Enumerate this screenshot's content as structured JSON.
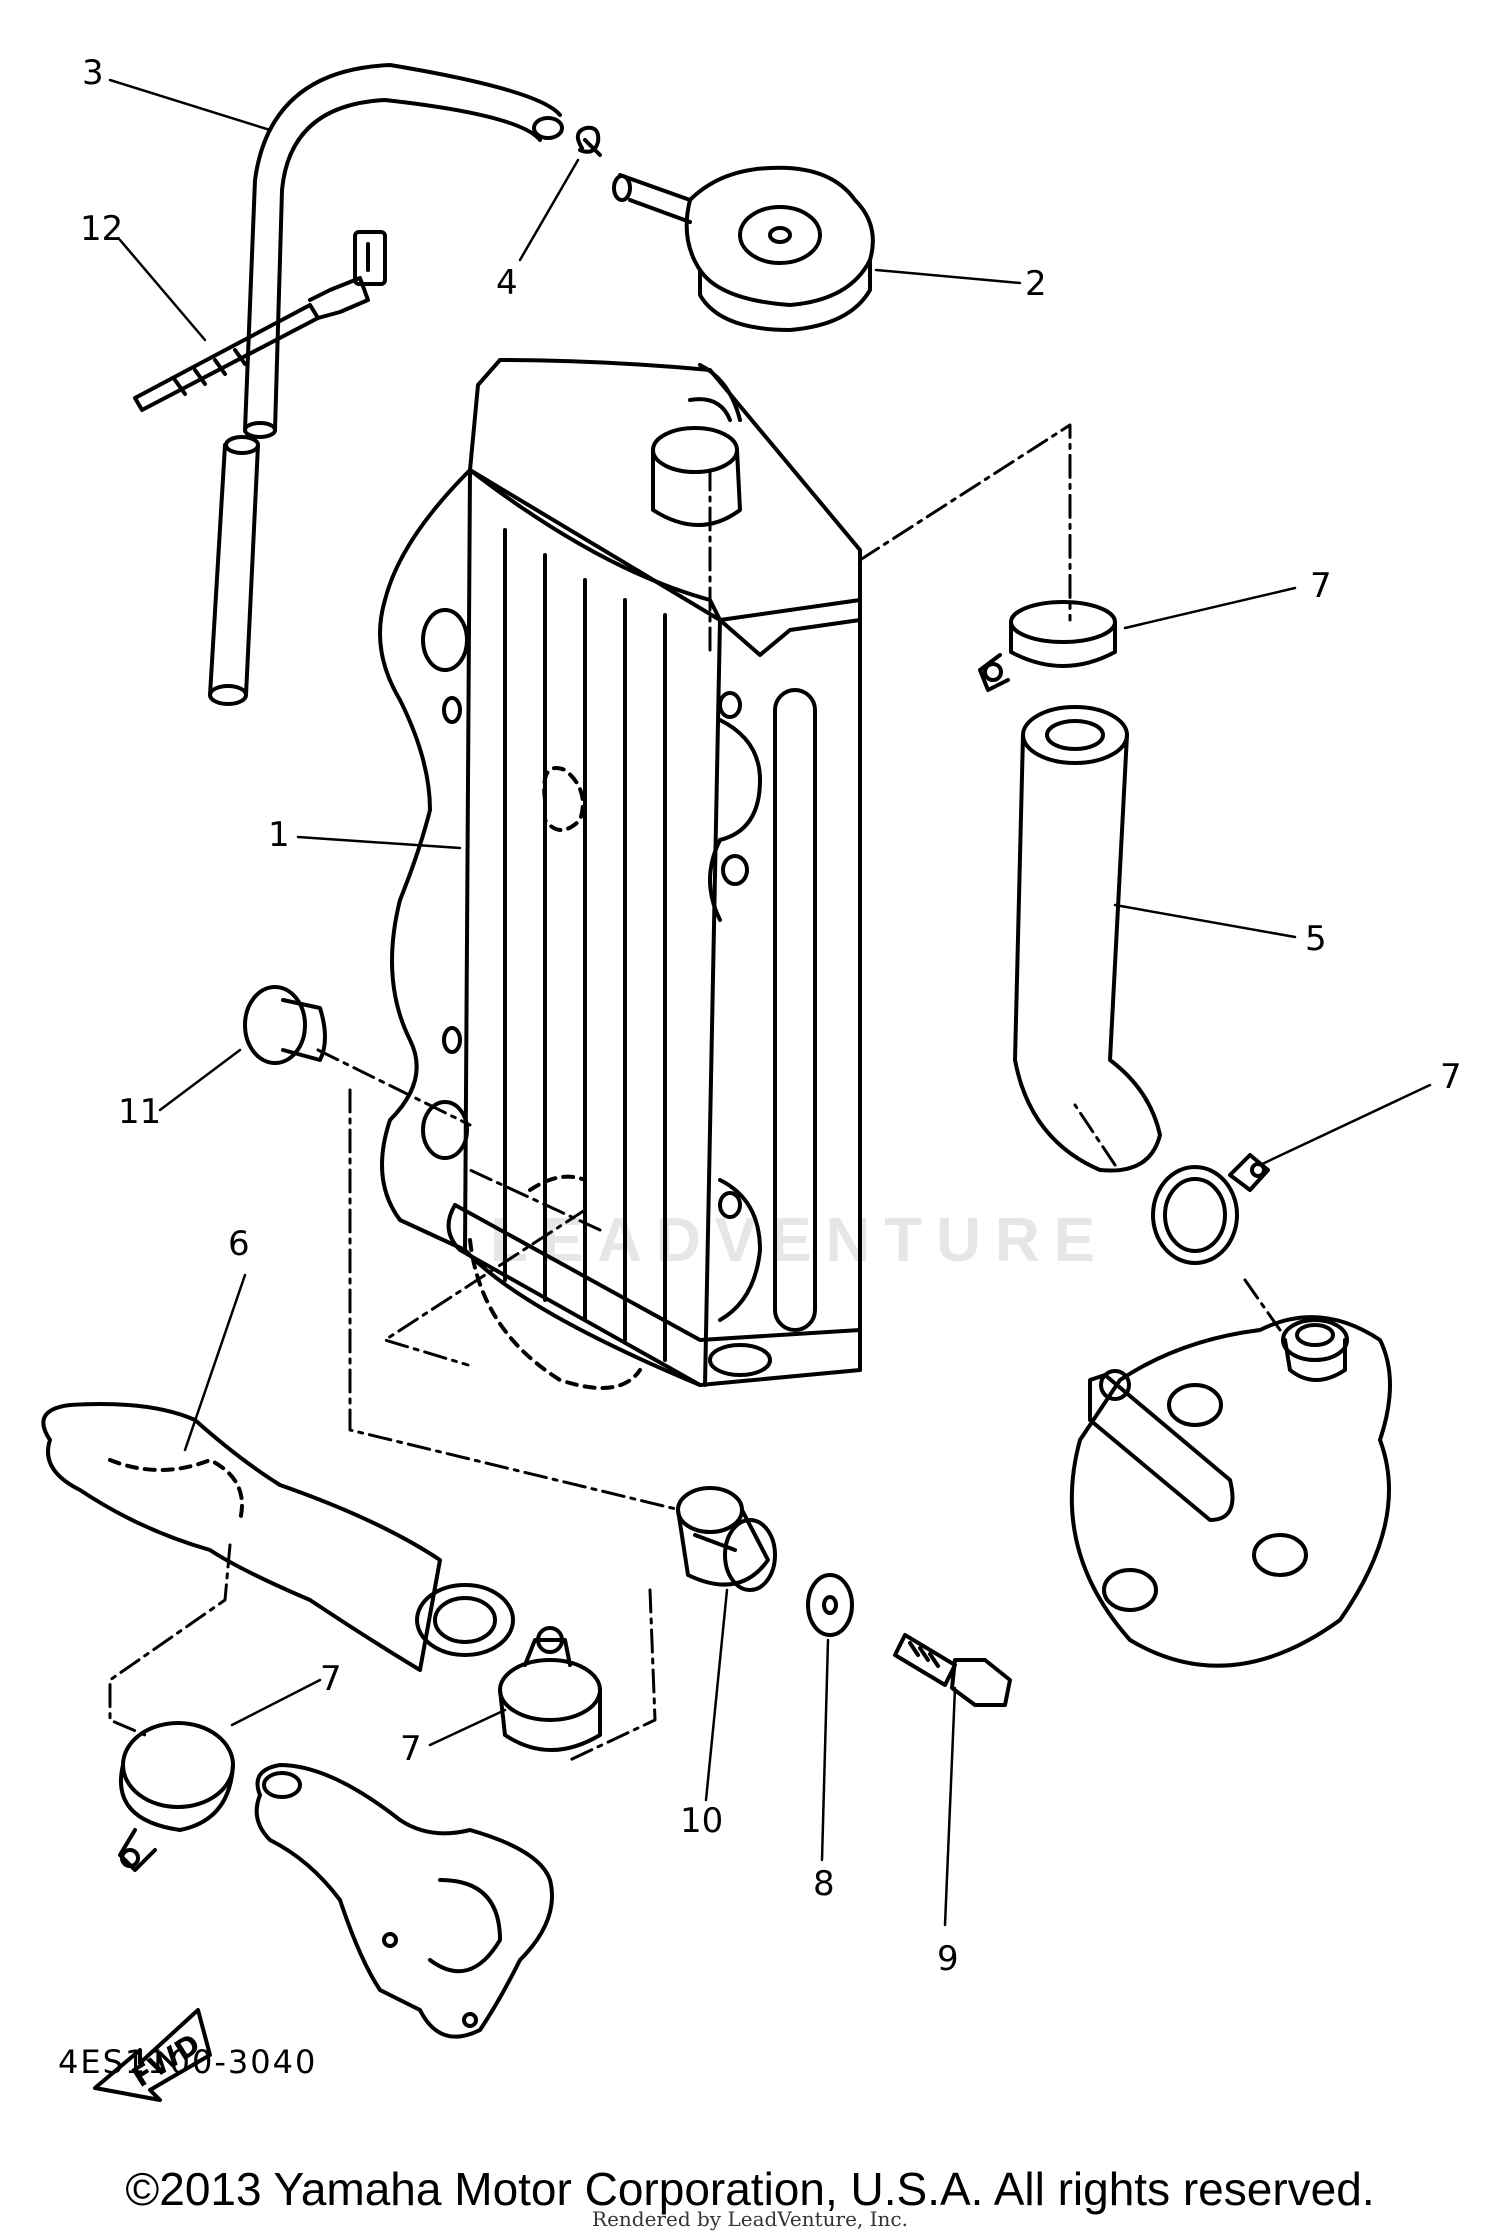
{
  "callouts": {
    "c1": "1",
    "c2": "2",
    "c3": "3",
    "c4": "4",
    "c5": "5",
    "c6": "6",
    "c7a": "7",
    "c7b": "7",
    "c7c": "7",
    "c7d": "7",
    "c8": "8",
    "c9": "9",
    "c10": "10",
    "c11": "11",
    "c12": "12"
  },
  "fwd_label": "FWD",
  "drawing_code": "4ES1100-3040",
  "copyright": "©2013 Yamaha Motor Corporation, U.S.A. All rights reserved.",
  "rendered_by": "Rendered by LeadVenture, Inc.",
  "watermark": "LEADVENTURE"
}
